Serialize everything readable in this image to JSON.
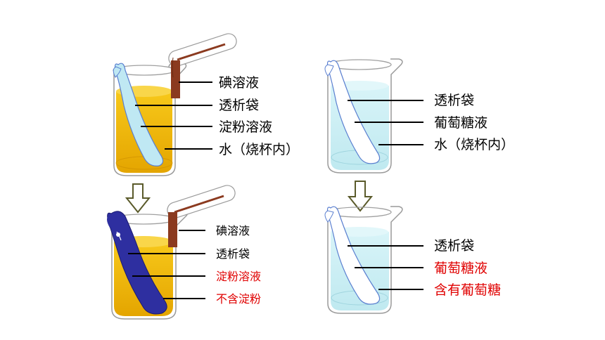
{
  "colors": {
    "iodine_yellow": "#f2b600",
    "starch_blue": "#2e2fa0",
    "water_cyan": "#cdf0f5",
    "bag_light": "#b9e6f0",
    "tube_brown": "#8b3a1f",
    "highlight_red": "#e00000",
    "label_black": "#000000"
  },
  "panels": [
    {
      "name": "top-left",
      "state": "before",
      "has_dropper": true,
      "labels": [
        {
          "text": "碘溶液",
          "color": "black"
        },
        {
          "text": "透析袋",
          "color": "black"
        },
        {
          "text": "淀粉溶液",
          "color": "black"
        },
        {
          "text": "水（烧杯内）",
          "color": "black"
        }
      ]
    },
    {
      "name": "top-right",
      "state": "before",
      "has_dropper": false,
      "labels": [
        {
          "text": "透析袋",
          "color": "black"
        },
        {
          "text": "葡萄糖液",
          "color": "black"
        },
        {
          "text": "水（烧杯内）",
          "color": "black"
        }
      ]
    },
    {
      "name": "bottom-left",
      "state": "after",
      "has_dropper": true,
      "labels": [
        {
          "text": "碘溶液",
          "color": "black"
        },
        {
          "text": "透析袋",
          "color": "black"
        },
        {
          "text": "淀粉溶液",
          "color": "red"
        },
        {
          "text": "不含淀粉",
          "color": "red"
        }
      ]
    },
    {
      "name": "bottom-right",
      "state": "after",
      "has_dropper": false,
      "labels": [
        {
          "text": "透析袋",
          "color": "black"
        },
        {
          "text": "葡萄糖液",
          "color": "red"
        },
        {
          "text": "含有葡萄糖",
          "color": "red"
        }
      ]
    }
  ],
  "arrows": [
    {
      "name": "left",
      "direction": "down"
    },
    {
      "name": "right",
      "direction": "down"
    }
  ]
}
